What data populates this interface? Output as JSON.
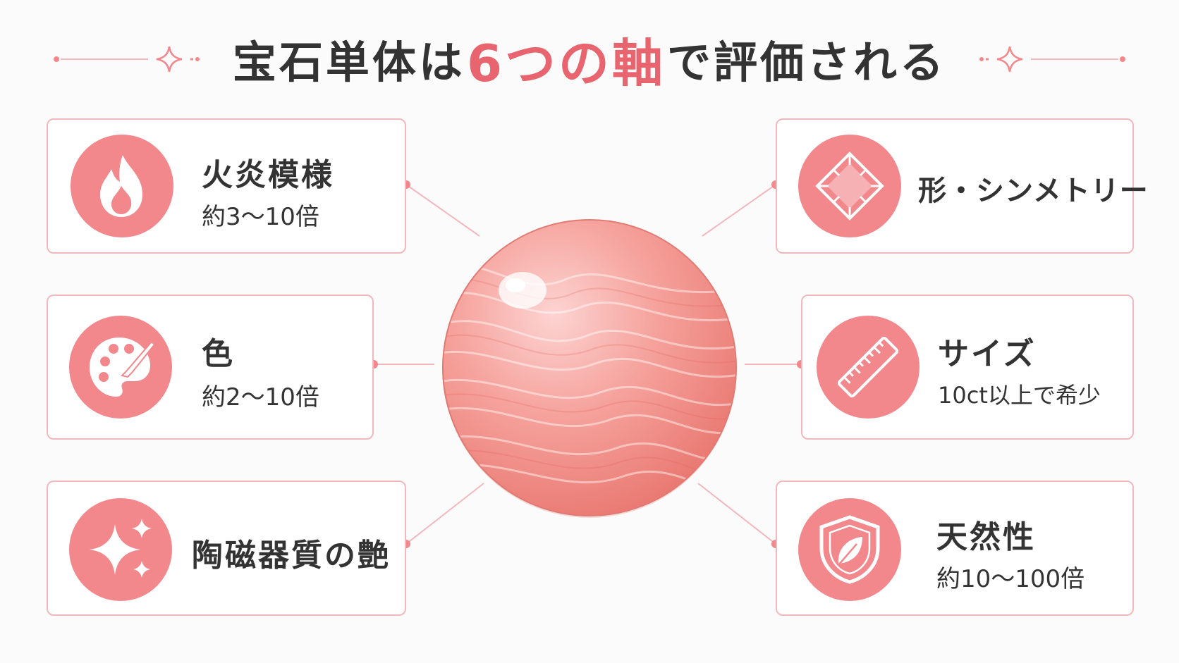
{
  "title": {
    "part1": "宝石単体は",
    "accent": "6つの軸",
    "part2": "で評価される"
  },
  "colors": {
    "accent": "#e8646e",
    "icon_bg": "#f2878c",
    "card_border": "#f3b8bc",
    "text": "#333333"
  },
  "factors": {
    "fire_pattern": {
      "label": "火炎模様",
      "value": "約3～10倍",
      "icon": "flame-icon"
    },
    "color": {
      "label": "色",
      "value": "約2～10倍",
      "icon": "palette-icon"
    },
    "luster": {
      "label": "陶磁器質の艶",
      "icon": "sparkle-icon"
    },
    "shape": {
      "label": "形・シンメトリー",
      "icon": "gem-cut-icon"
    },
    "size": {
      "label": "サイズ",
      "value": "10ct以上で希少",
      "icon": "ruler-icon"
    },
    "natural": {
      "label": "天然性",
      "value": "約10～100倍",
      "icon": "leaf-shield-icon"
    }
  }
}
